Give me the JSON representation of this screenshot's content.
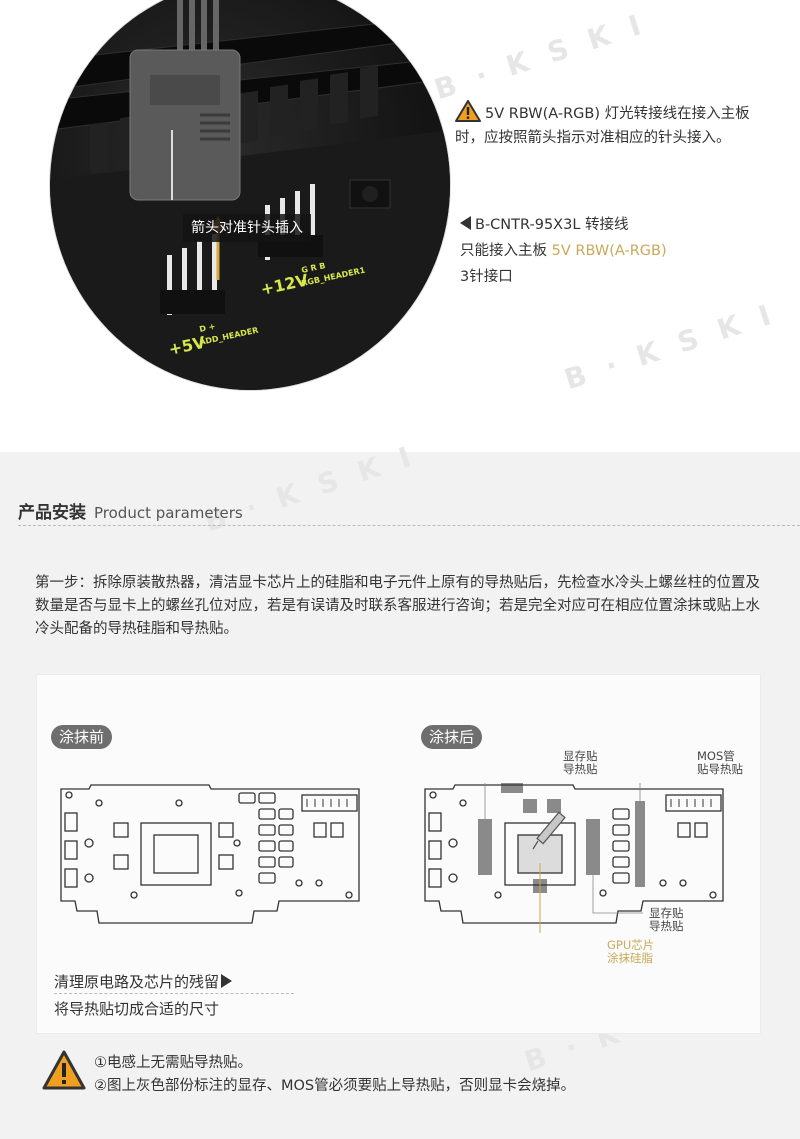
{
  "top": {
    "callout": "箭头对准针头插入",
    "board_silk": {
      "left_voltage": "+5V",
      "left_pins": "D    +",
      "left_header": "ADD_HEADER",
      "right_voltage": "+12V",
      "right_pins": "G R B",
      "right_header": "RGB_HEADER1"
    },
    "note1": {
      "icon": "warning-icon",
      "text": "5V RBW(A-RGB) 灯光转接线在接入主板时，应按照箭头指示对准相应的针头接入。"
    },
    "note2": {
      "model": "B-CNTR-95X3L 转接线",
      "line2_prefix": "只能接入主板 ",
      "line2_highlight": "5V RBW(A-RGB)",
      "line3": "3针接口"
    }
  },
  "section": {
    "title": "产品安装",
    "title_en": "Product parameters",
    "step1": "第一步：拆除原装散热器，清洁显卡芯片上的硅脂和电子元件上原有的导热贴后，先检查水冷头上螺丝柱的位置及数量是否与显卡上的螺丝孔位对应，若是有误请及时联系客服进行咨询；若是完全对应可在相应位置涂抹或贴上水冷头配备的导热硅脂和导热贴。"
  },
  "panel": {
    "before_label": "涂抹前",
    "after_label": "涂抹后",
    "labels": {
      "vram_top": "显存贴\n导热贴",
      "mos": "MOS管\n贴导热贴",
      "vram_bottom": "显存贴\n导热贴",
      "gpu": "GPU芯片\n涂抹硅脂"
    },
    "hint1": "清理原电路及芯片的残留",
    "hint2": "将导热贴切成合适的尺寸"
  },
  "warning": {
    "icon": "warning-icon",
    "line1": "①电感上无需贴导热贴。",
    "line2": "②图上灰色部份标注的显存、MOS管必须要贴上导热贴，否则显卡会烧掉。"
  },
  "colors": {
    "accent_gold": "#c9a95a",
    "warning_orange": "#f0a020",
    "pill_gray": "#6e6e6e",
    "section_bg": "#f2f2f2",
    "silk_yellow": "#d8e84a"
  }
}
